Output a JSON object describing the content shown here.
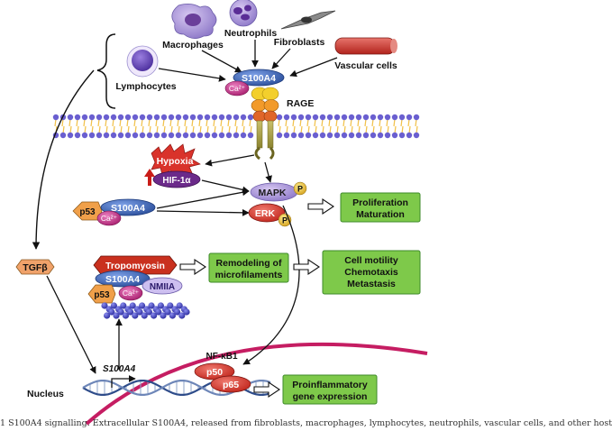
{
  "cells": {
    "macrophages": "Macrophages",
    "neutrophils": "Neutrophils",
    "fibroblasts": "Fibroblasts",
    "lymphocytes": "Lymphocytes",
    "vascular": "Vascular cells"
  },
  "proteins": {
    "s100a4": "S100A4",
    "ca2": "Ca²⁺",
    "rage": "RAGE",
    "hypoxia": "Hypoxia",
    "hif": "HIF-1α",
    "p53": "p53",
    "mapk": "MAPK",
    "p": "P",
    "erk": "ERK",
    "tgfb": "TGFβ",
    "tropomyosin": "Tropomyosin",
    "nmiia": "NMIIA",
    "nfkb": "NF-κB1",
    "p50": "p50",
    "p65": "p65",
    "gene_s100a4": "S100A4"
  },
  "outcomes": {
    "prolif1": "Proliferation",
    "prolif2": "Maturation",
    "remod1": "Remodeling of",
    "remod2": "microfilaments",
    "motility1": "Cell motility",
    "motility2": "Chemotaxis",
    "motility3": "Metastasis",
    "proinf1": "Proinflammatory",
    "proinf2": "gene expression"
  },
  "nucleus": "Nucleus",
  "caption": "1 S100A4 signalling. Extracellular S100A4, released from fibroblasts, macrophages, lymphocytes, neutrophils, vascular cells, and other host",
  "colors": {
    "s100a4": "#3b64b0",
    "ca2": "#c7338a",
    "outcome_fill": "#7ec94a",
    "outcome_border": "#3d8a2a",
    "tgfb": "#f0a26a",
    "hypoxia": "#d9332b",
    "membrane_head": "#6a5fd0",
    "membrane_tail": "#f2c24a",
    "nucleus_membrane": "#c51d62"
  }
}
